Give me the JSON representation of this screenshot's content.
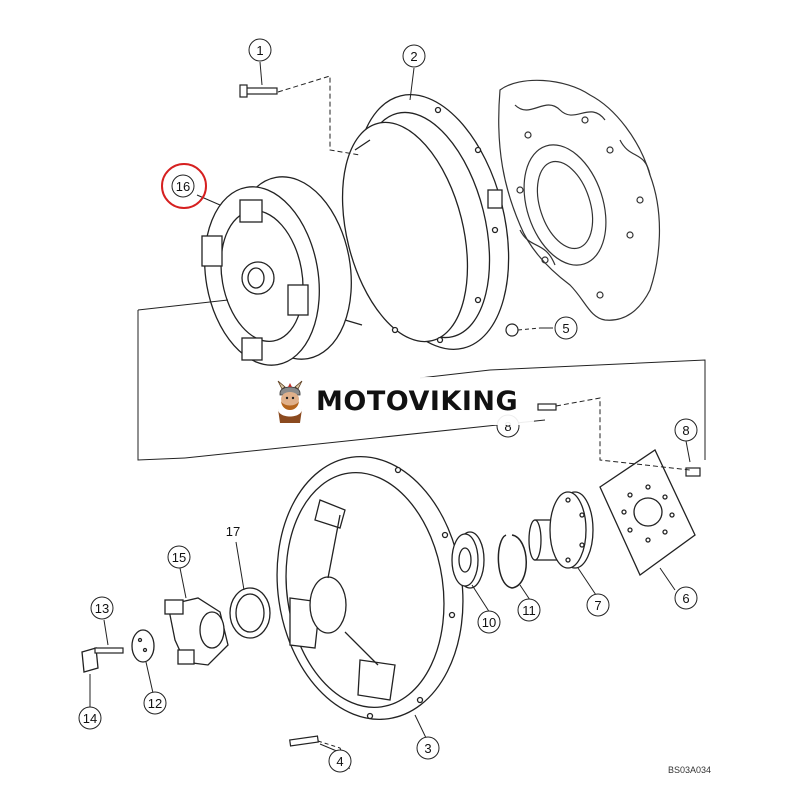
{
  "watermark": {
    "brand": "MOTOVIKING",
    "logo_icon": "viking-mascot-icon"
  },
  "figure_code": "BS03A034",
  "callouts": [
    "1",
    "2",
    "3",
    "4",
    "5",
    "6",
    "7",
    "8",
    "8",
    "10",
    "11",
    "12",
    "13",
    "14",
    "15",
    "16",
    "17"
  ],
  "highlight": {
    "callout": "16",
    "color": "#d62020"
  },
  "colors": {
    "line": "#222222"
  }
}
